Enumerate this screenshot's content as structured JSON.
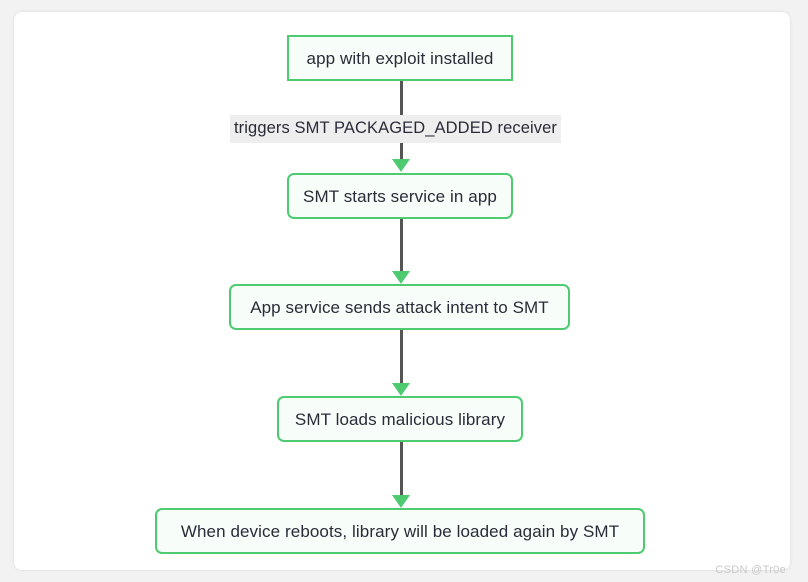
{
  "canvas": {
    "background_color": "#f2f2f2",
    "card_color": "#ffffff"
  },
  "theme": {
    "node_border_color": "#4ecb71",
    "node_fill_color": "#f7fdf9",
    "node_text_color": "#2b2b38",
    "connector_color": "#555555",
    "arrowhead_color": "#4ecb71",
    "edge_label_background": "#eeeeee",
    "watermark_color": "#c8c8c8"
  },
  "diagram": {
    "type": "flowchart",
    "orientation": "top-to-bottom",
    "nodes": [
      {
        "id": "n1",
        "label": "app with exploit installed",
        "shape": "rectangle"
      },
      {
        "id": "n2",
        "label": "SMT starts service in app",
        "shape": "rounded-rectangle"
      },
      {
        "id": "n3",
        "label": "App service sends attack intent to SMT",
        "shape": "rounded-rectangle"
      },
      {
        "id": "n4",
        "label": "SMT loads malicious library",
        "shape": "rounded-rectangle"
      },
      {
        "id": "n5",
        "label": "When device reboots, library will be loaded again by SMT",
        "shape": "rounded-rectangle"
      }
    ],
    "edges": [
      {
        "from": "n1",
        "to": "n2",
        "label": "triggers SMT PACKAGED_ADDED receiver"
      },
      {
        "from": "n2",
        "to": "n3",
        "label": ""
      },
      {
        "from": "n3",
        "to": "n4",
        "label": ""
      },
      {
        "from": "n4",
        "to": "n5",
        "label": ""
      }
    ]
  },
  "watermark": {
    "text": "CSDN @Tr0e"
  }
}
